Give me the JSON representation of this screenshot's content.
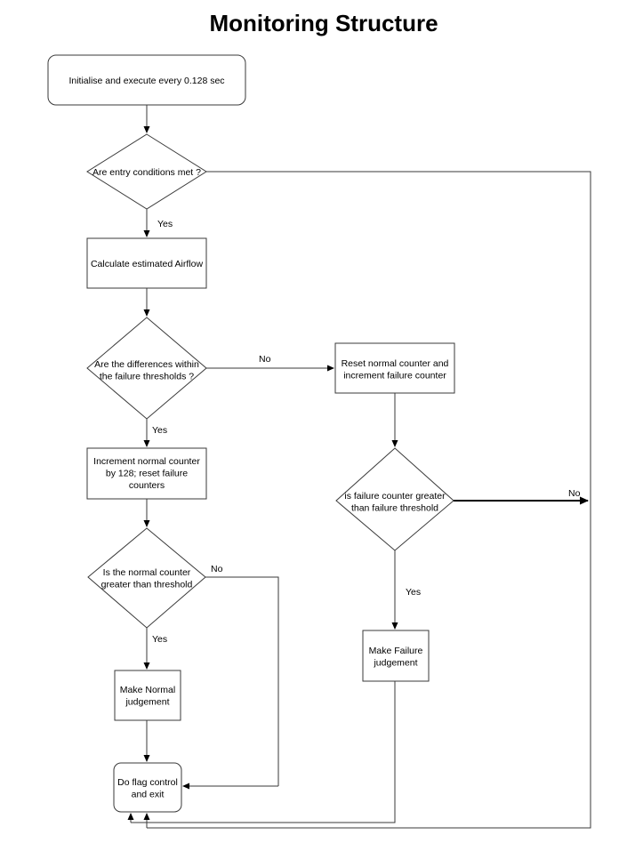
{
  "title": "Monitoring Structure",
  "nodes": {
    "init": {
      "lines": [
        "Initialise and execute every 0.128 sec"
      ]
    },
    "entry": {
      "lines": [
        "Are entry conditions met ?"
      ]
    },
    "calc": {
      "lines": [
        "Calculate estimated Airflow"
      ]
    },
    "diff": {
      "lines": [
        "Are the differences within",
        "the failure thresholds ?"
      ]
    },
    "reset": {
      "lines": [
        "Reset normal counter and",
        "increment failure counter"
      ]
    },
    "incr": {
      "lines": [
        "Increment normal counter",
        "by 128; reset failure",
        "counters"
      ]
    },
    "failcheck": {
      "lines": [
        "is failure counter greater",
        "than failure threshold"
      ]
    },
    "normcheck": {
      "lines": [
        "Is the normal counter",
        "greater than threshold"
      ]
    },
    "failj": {
      "lines": [
        "Make Failure",
        "judgement"
      ]
    },
    "normj": {
      "lines": [
        "Make Normal",
        "judgement"
      ]
    },
    "flag": {
      "lines": [
        "Do flag control",
        "and exit"
      ]
    }
  },
  "edge_labels": {
    "entry_yes": "Yes",
    "diff_no": "No",
    "diff_yes": "Yes",
    "fail_no": "No",
    "fail_yes": "Yes",
    "norm_no": "No",
    "norm_yes": "Yes"
  }
}
